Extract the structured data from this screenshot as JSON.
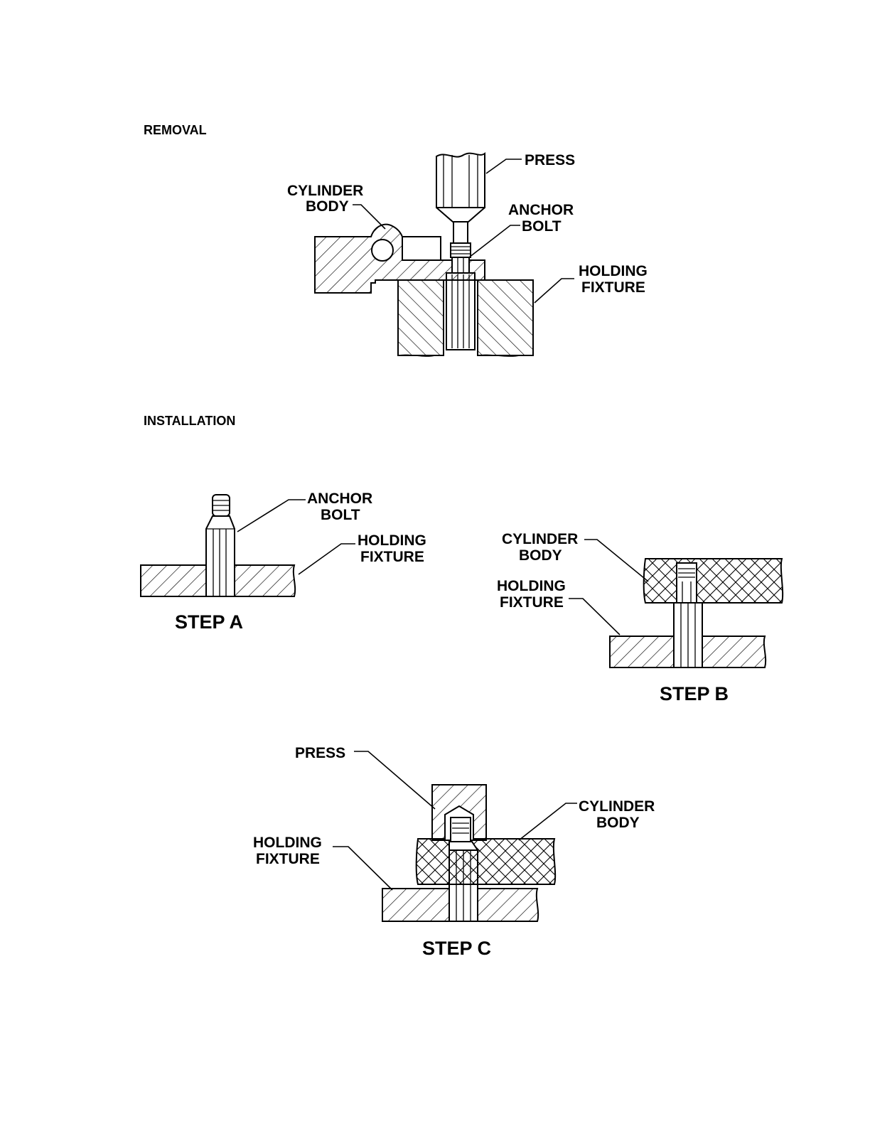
{
  "sections": {
    "removal": "REMOVAL",
    "installation": "INSTALLATION"
  },
  "removal": {
    "press": "PRESS",
    "cylinder_body": [
      "CYLINDER",
      "BODY"
    ],
    "anchor_bolt": [
      "ANCHOR",
      "BOLT"
    ],
    "holding_fixture": [
      "HOLDING",
      "FIXTURE"
    ]
  },
  "step_a": {
    "title": "STEP A",
    "anchor_bolt": [
      "ANCHOR",
      "BOLT"
    ],
    "holding_fixture": [
      "HOLDING",
      "FIXTURE"
    ]
  },
  "step_b": {
    "title": "STEP B",
    "cylinder_body": [
      "CYLINDER",
      "BODY"
    ],
    "holding_fixture": [
      "HOLDING",
      "FIXTURE"
    ]
  },
  "step_c": {
    "title": "STEP C",
    "press": "PRESS",
    "cylinder_body": [
      "CYLINDER",
      "BODY"
    ],
    "holding_fixture": [
      "HOLDING",
      "FIXTURE"
    ]
  }
}
